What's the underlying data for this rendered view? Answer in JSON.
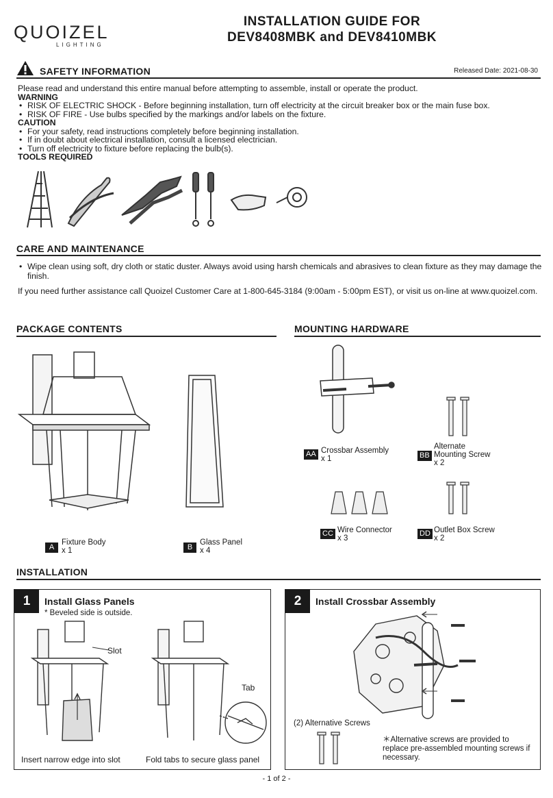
{
  "header": {
    "brand": "QUOIZEL",
    "brand_sub": "LIGHTING",
    "title_line1": "INSTALLATION GUIDE FOR",
    "title_line2": "DEV8408MBK and DEV8410MBK",
    "release_date": "Released Date: 2021-08-30"
  },
  "safety": {
    "heading": "SAFETY INFORMATION",
    "intro": "Please read and understand this entire manual before attempting to assemble, install or operate the product.",
    "warning_label": "WARNING",
    "warnings": [
      "RISK OF ELECTRIC SHOCK - Before beginning installation, turn off electricity at the circuit breaker box or the main fuse box.",
      "RISK OF FIRE - Use bulbs specified by the markings and/or labels on the fixture."
    ],
    "caution_label": "CAUTION",
    "cautions": [
      "For your safety, read instructions completely before beginning installation.",
      "If in doubt about electrical installation, consult a licensed electrician.",
      "Turn off electricity to fixture before replacing the bulb(s)."
    ],
    "tools_label": "TOOLS REQUIRED"
  },
  "care": {
    "heading": "CARE AND MAINTENANCE",
    "items": [
      "Wipe clean using soft, dry cloth or static duster. Always avoid using harsh chemicals and abrasives to clean fixture as they may damage the finish."
    ],
    "assist": "If you need further assistance call Quoizel Customer Care at 1-800-645-3184 (9:00am - 5:00pm EST), or visit us on-line at www.quoizel.com."
  },
  "package": {
    "heading": "PACKAGE CONTENTS",
    "items": [
      {
        "tag": "A",
        "name": "Fixture Body",
        "qty": "x 1"
      },
      {
        "tag": "B",
        "name": "Glass Panel",
        "qty": "x 4"
      }
    ]
  },
  "hardware": {
    "heading": "MOUNTING HARDWARE",
    "items": [
      {
        "tag": "AA",
        "name": "Crossbar Assembly",
        "qty": "x  1"
      },
      {
        "tag": "BB",
        "name_line1": "Alternate",
        "name_line2": "Mounting Screw",
        "qty": "x  2"
      },
      {
        "tag": "CC",
        "name": "Wire Connector",
        "qty": "x  3"
      },
      {
        "tag": "DD",
        "name": "Outlet Box Screw",
        "qty": "x  2"
      }
    ]
  },
  "installation": {
    "heading": "INSTALLATION",
    "step1": {
      "num": "1",
      "title": "Install Glass Panels",
      "note": "* Beveled side is outside.",
      "slot_label": "Slot",
      "tab_label": "Tab",
      "caption_left": "Insert narrow edge into slot",
      "caption_right": "Fold tabs to secure glass panel"
    },
    "step2": {
      "num": "2",
      "title": "Install Crossbar Assembly",
      "alt_label": "(2) Alternative Screws",
      "alt_note": "Alternative screws are provided to replace pre-assembled mounting screws if necessary."
    }
  },
  "footer": {
    "page": "- 1 of 2 -"
  },
  "colors": {
    "ink": "#1a1a1a",
    "background": "#ffffff"
  }
}
